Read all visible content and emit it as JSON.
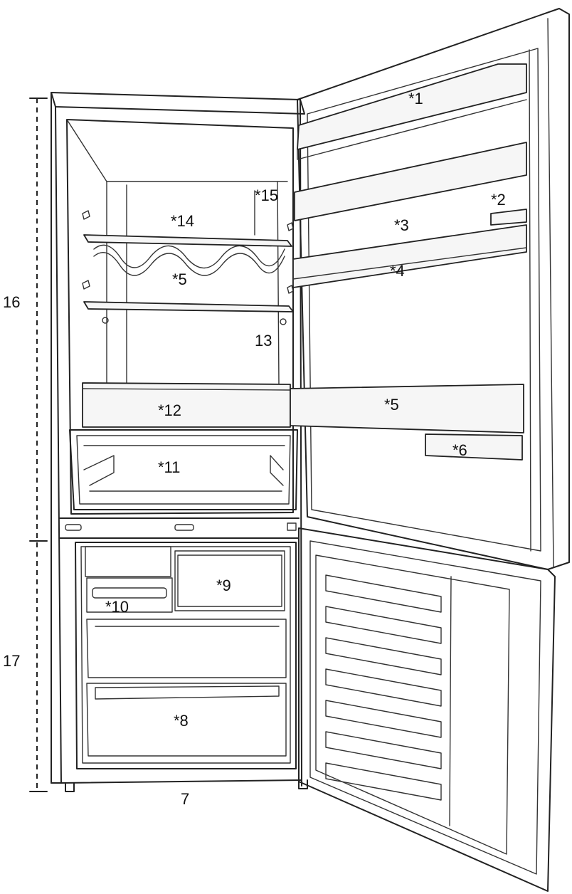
{
  "labels": {
    "l1": "*1",
    "l2": "*2",
    "l3": "*3",
    "l4": "*4",
    "l5a": "*5",
    "l5b": "*5",
    "l6": "*6",
    "l7": "7",
    "l8": "*8",
    "l9": "*9",
    "l10": "*10",
    "l11": "*11",
    "l12": "*12",
    "l13": "13",
    "l14": "*14",
    "l15": "*15",
    "l16": "16",
    "l17": "17"
  }
}
